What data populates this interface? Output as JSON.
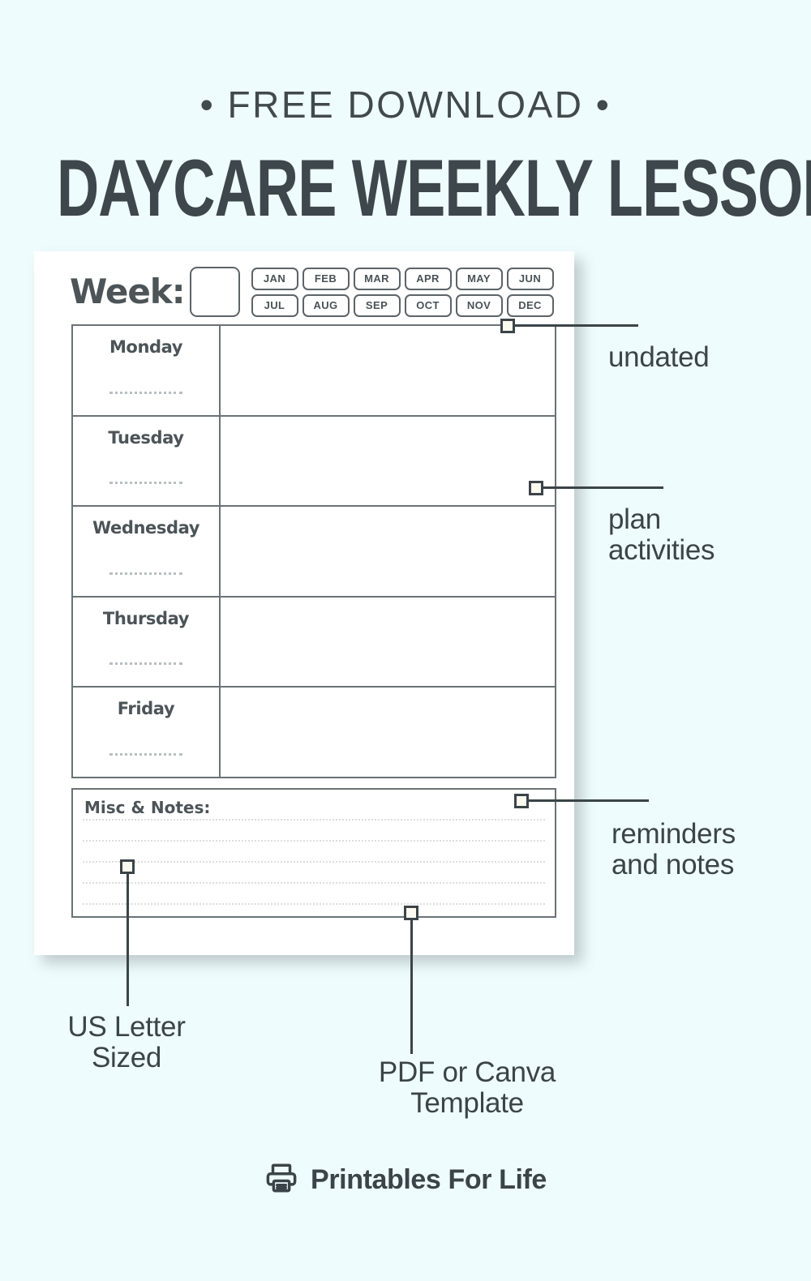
{
  "header": {
    "eyebrow": "• FREE DOWNLOAD •",
    "title": "DAYCARE WEEKLY LESSONS"
  },
  "printable": {
    "week_label": "Week:",
    "week_value": "",
    "months": [
      "JAN",
      "FEB",
      "MAR",
      "APR",
      "MAY",
      "JUN",
      "JUL",
      "AUG",
      "SEP",
      "OCT",
      "NOV",
      "DEC"
    ],
    "days": [
      {
        "name": "Monday",
        "content": ""
      },
      {
        "name": "Tuesday",
        "content": ""
      },
      {
        "name": "Wednesday",
        "content": ""
      },
      {
        "name": "Thursday",
        "content": ""
      },
      {
        "name": "Friday",
        "content": ""
      }
    ],
    "notes_title": "Misc & Notes:",
    "notes_lines": [
      "",
      "",
      "",
      "",
      ""
    ]
  },
  "callouts": [
    {
      "id": "undated",
      "label": "undated"
    },
    {
      "id": "plan-activities",
      "label": "plan\nactivities",
      "line1": "plan",
      "line2": "activities"
    },
    {
      "id": "reminders-and-notes",
      "label": "reminders\nand notes",
      "line1": "reminders",
      "line2": "and notes"
    },
    {
      "id": "us-letter-sized",
      "label": "US Letter\nSized",
      "line1": "US Letter",
      "line2": "Sized"
    },
    {
      "id": "pdf-or-canva-template",
      "label": "PDF or Canva\nTemplate",
      "line1": "PDF or Canva",
      "line2": "Template"
    }
  ],
  "footer": {
    "brand_name": "Printables For Life",
    "brand_icon": "printer-icon"
  },
  "colors": {
    "background": "#effcfd",
    "ink": "#3b4448",
    "paper": "#ffffff",
    "rule": "#6a7276",
    "marker_fill": "#fbfaf0"
  }
}
